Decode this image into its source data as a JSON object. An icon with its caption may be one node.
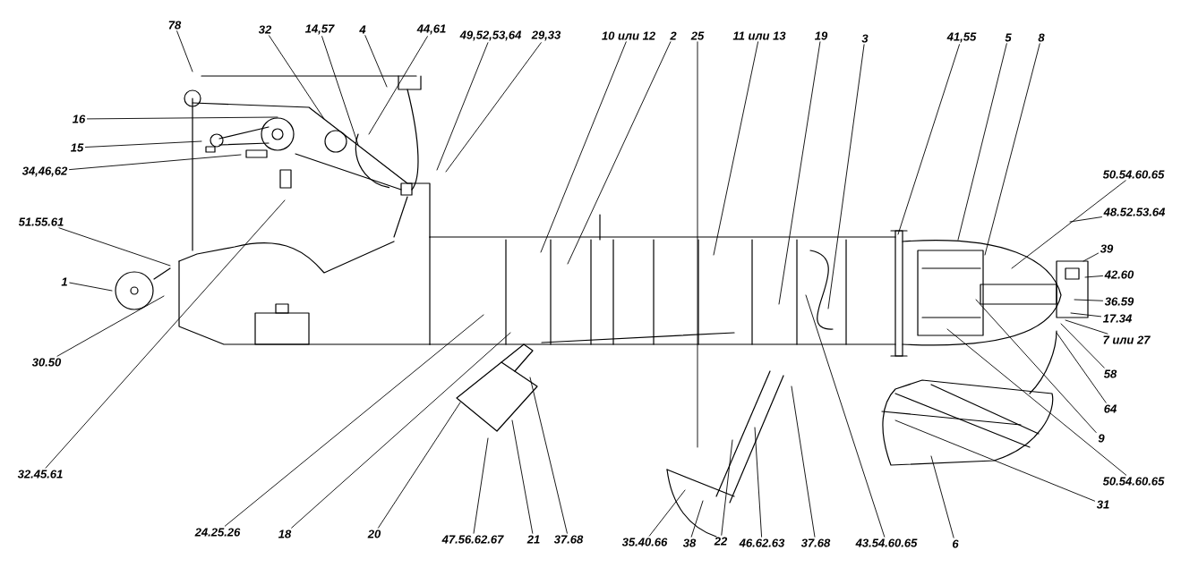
{
  "diagram": {
    "nodes": [
      {
        "text": [
          "78"
        ]
      },
      {
        "text": [
          "32"
        ]
      },
      {
        "text": [
          "14,57"
        ]
      },
      {
        "text": [
          "4"
        ]
      },
      {
        "text": [
          "44,61"
        ]
      },
      {
        "text": [
          "49,52,53,64"
        ]
      },
      {
        "text": [
          "29,33"
        ]
      },
      {
        "text": [
          "10 или 12"
        ]
      },
      {
        "text": [
          "2"
        ]
      },
      {
        "text": [
          "25"
        ]
      },
      {
        "text": [
          "11 или 13"
        ]
      },
      {
        "text": [
          "19"
        ]
      },
      {
        "text": [
          "3"
        ]
      },
      {
        "text": [
          "41,55"
        ]
      },
      {
        "text": [
          "5"
        ]
      },
      {
        "text": [
          "8"
        ]
      },
      {
        "text": [
          "16"
        ]
      },
      {
        "text": [
          "15"
        ]
      },
      {
        "text": [
          "34,46,62"
        ]
      },
      {
        "text": [
          "51.55.61"
        ]
      },
      {
        "text": [
          "1"
        ]
      },
      {
        "text": [
          "30.50"
        ]
      },
      {
        "text": [
          "32.45.61"
        ]
      },
      {
        "text": [
          "50.54.60.65"
        ]
      },
      {
        "text": [
          "48.52.53.64"
        ]
      },
      {
        "text": [
          "39"
        ]
      },
      {
        "text": [
          "42.60"
        ]
      },
      {
        "text": [
          "36.59"
        ]
      },
      {
        "text": [
          "17.34"
        ]
      },
      {
        "text": [
          "7 или 27"
        ]
      },
      {
        "text": [
          "58"
        ]
      },
      {
        "text": [
          "64"
        ]
      },
      {
        "text": [
          "9"
        ]
      },
      {
        "text": [
          "50.54.60.65"
        ]
      },
      {
        "text": [
          "31"
        ]
      },
      {
        "text": [
          "24.25.26"
        ]
      },
      {
        "text": [
          "18"
        ]
      },
      {
        "text": [
          "20"
        ]
      },
      {
        "text": [
          "47.56.62.67"
        ]
      },
      {
        "text": [
          "21"
        ]
      },
      {
        "text": [
          "37.68"
        ]
      },
      {
        "text": [
          "35.40.66"
        ]
      },
      {
        "text": [
          "38"
        ]
      },
      {
        "text": [
          "22"
        ]
      },
      {
        "text": [
          "46.62.63"
        ]
      },
      {
        "text": [
          "37.68"
        ]
      },
      {
        "text": [
          "43.54.60.65"
        ]
      },
      {
        "text": [
          "6"
        ]
      }
    ],
    "edges": [
      {
        "from": 0,
        "to": null,
        "arrow": "none"
      },
      {
        "from": 1,
        "to": null,
        "arrow": "none"
      },
      {
        "from": 2,
        "to": null,
        "arrow": "none"
      },
      {
        "from": 3,
        "to": null,
        "arrow": "none"
      },
      {
        "from": 4,
        "to": null,
        "arrow": "none"
      },
      {
        "from": 5,
        "to": null,
        "arrow": "none"
      },
      {
        "from": 6,
        "to": null,
        "arrow": "none"
      },
      {
        "from": 7,
        "to": null,
        "arrow": "none"
      },
      {
        "from": 8,
        "to": null,
        "arrow": "none"
      },
      {
        "from": 9,
        "to": null,
        "arrow": "none"
      },
      {
        "from": 10,
        "to": null,
        "arrow": "none"
      },
      {
        "from": 11,
        "to": null,
        "arrow": "none"
      },
      {
        "from": 12,
        "to": null,
        "arrow": "none"
      },
      {
        "from": 13,
        "to": null,
        "arrow": "none"
      },
      {
        "from": 14,
        "to": null,
        "arrow": "none"
      },
      {
        "from": 15,
        "to": null,
        "arrow": "none"
      },
      {
        "from": 16,
        "to": null,
        "arrow": "none"
      },
      {
        "from": 17,
        "to": null,
        "arrow": "none"
      },
      {
        "from": 18,
        "to": null,
        "arrow": "none"
      },
      {
        "from": 19,
        "to": null,
        "arrow": "none"
      },
      {
        "from": 20,
        "to": null,
        "arrow": "none"
      },
      {
        "from": 21,
        "to": null,
        "arrow": "none"
      },
      {
        "from": 22,
        "to": null,
        "arrow": "none"
      },
      {
        "from": 23,
        "to": null,
        "arrow": "none"
      },
      {
        "from": 24,
        "to": null,
        "arrow": "none"
      },
      {
        "from": 25,
        "to": null,
        "arrow": "none"
      },
      {
        "from": 26,
        "to": null,
        "arrow": "none"
      },
      {
        "from": 27,
        "to": null,
        "arrow": "none"
      },
      {
        "from": 28,
        "to": null,
        "arrow": "none"
      },
      {
        "from": 29,
        "to": null,
        "arrow": "none"
      },
      {
        "from": 30,
        "to": null,
        "arrow": "none"
      },
      {
        "from": 31,
        "to": null,
        "arrow": "none"
      },
      {
        "from": 32,
        "to": null,
        "arrow": "none"
      },
      {
        "from": 33,
        "to": null,
        "arrow": "none"
      },
      {
        "from": 34,
        "to": null,
        "arrow": "none"
      },
      {
        "from": 35,
        "to": null,
        "arrow": "none"
      },
      {
        "from": 36,
        "to": null,
        "arrow": "none"
      },
      {
        "from": 37,
        "to": null,
        "arrow": "none"
      },
      {
        "from": 38,
        "to": null,
        "arrow": "none"
      },
      {
        "from": 39,
        "to": null,
        "arrow": "none"
      },
      {
        "from": 40,
        "to": null,
        "arrow": "none"
      },
      {
        "from": 41,
        "to": null,
        "arrow": "none"
      },
      {
        "from": 42,
        "to": null,
        "arrow": "none"
      },
      {
        "from": 43,
        "to": null,
        "arrow": "none"
      },
      {
        "from": 44,
        "to": null,
        "arrow": "none"
      },
      {
        "from": 45,
        "to": null,
        "arrow": "none"
      },
      {
        "from": 46,
        "to": null,
        "arrow": "none"
      },
      {
        "from": 47,
        "to": null,
        "arrow": "none"
      }
    ]
  }
}
